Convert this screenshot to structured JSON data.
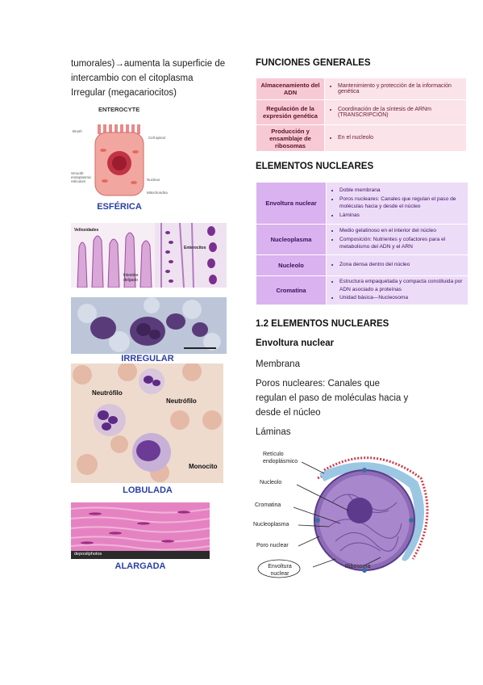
{
  "left": {
    "text_lines": [
      "tumorales)→aumenta la superficie de",
      "intercambio con el citoplasma",
      "Irregular (megacariocitos)"
    ],
    "enterocyte": {
      "title": "ENTEROCYTE",
      "labels": [
        "Brush",
        "Cell apical",
        "Smooth endoplasmic reticulum",
        "Nucleus",
        "Mitochondria"
      ],
      "caption": "ESFÉRICA"
    },
    "intestine": {
      "labels": [
        "Vellosidades",
        "Enterocitos",
        "Intestino delgado"
      ]
    },
    "irregular": {
      "caption": "IRREGULAR"
    },
    "lobulada": {
      "labels": [
        "Neutrófilo",
        "Neutrófilo",
        "Monocito"
      ],
      "caption": "LOBULADA"
    },
    "alargada": {
      "watermark": "depositphotos",
      "caption": "ALARGADA"
    }
  },
  "right": {
    "funciones_heading": "FUNCIONES GENERALES",
    "funciones_rows": [
      {
        "key": "Almacenamiento del ADN",
        "value": "Mantenimiento y protección de la información genética"
      },
      {
        "key": "Regulación de la expresión genética",
        "value": "Coordinación de la síntesis de ARNm (TRANSCRIPCIÓN)"
      },
      {
        "key": "Producción y ensamblaje de ribosomas",
        "value": "En el nucleolo"
      }
    ],
    "elementos_heading": "ELEMENTOS NUCLEARES",
    "elementos_rows": [
      {
        "key": "Envoltura nuclear",
        "items": [
          "Doble membrana",
          "Poros nucleares: Canales que regulan el paso de moléculas hacia y desde el núcleo",
          "Láminas"
        ]
      },
      {
        "key": "Nucleoplasma",
        "items": [
          "Medio gelatinoso en el interior del núcleo",
          "Composición: Nutrientes y cofactores para el metabolismo del ADN y el ARN"
        ]
      },
      {
        "key": "Nucleolo",
        "items": [
          "Zona densa dentro del núcleo"
        ]
      },
      {
        "key": "Cromatina",
        "items": [
          "Estructura empaquetada y compacta constituida por ADN asociado a proteínas",
          "Unidad básica—Nucleosoma"
        ]
      }
    ],
    "section_heading": "1.2 ELEMENTOS NUCLEARES",
    "subheading": "Envoltura nuclear",
    "para1": "Membrana",
    "para2_lines": [
      "Poros nucleares: Canales que",
      "regulan el paso de moléculas hacia y",
      "desde el núcleo"
    ],
    "para3": "Láminas",
    "diagram_labels": [
      "Retículo endoplásmico",
      "Nucleolo",
      "Cromatina",
      "Nucleoplasma",
      "Poro nuclear",
      "Envoltura nuclear",
      "Ribosoma"
    ]
  },
  "colors": {
    "caption_blue": "#2a3fa6",
    "pink_table": "#f7c9d4",
    "purple_table": "#d9b2ef"
  }
}
